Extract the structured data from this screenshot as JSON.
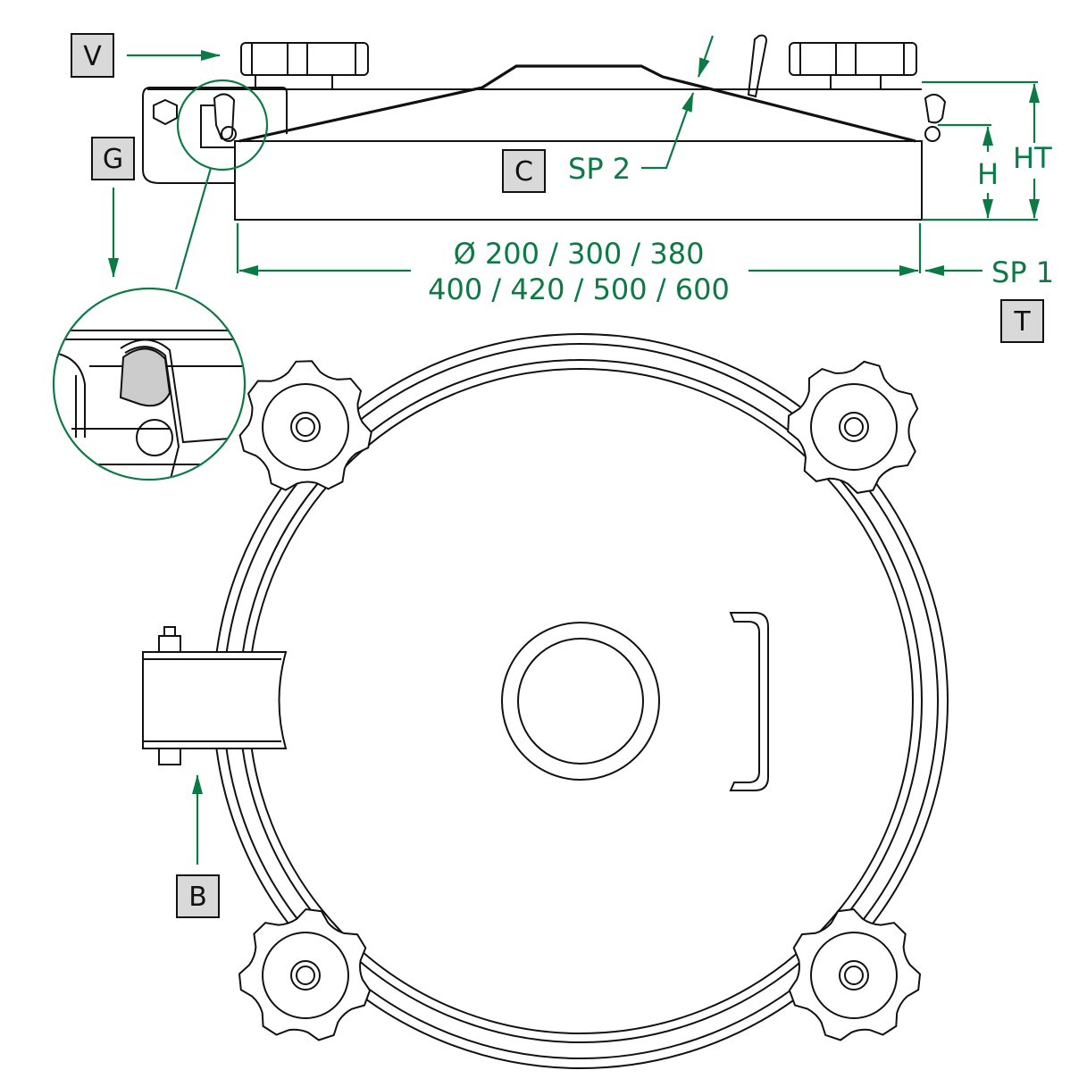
{
  "labels": {
    "v": "V",
    "g": "G",
    "c": "C",
    "t": "T",
    "b": "B"
  },
  "dimensions": {
    "sp2": "SP 2",
    "ht": "HT",
    "h": "H",
    "sp1": "SP 1",
    "diameter_line1": "Ø 200 / 300 / 380",
    "diameter_line2": "400 / 420 / 500 / 600"
  },
  "colors": {
    "dimension": "#0b7a45",
    "label_box": "#d9d9d9",
    "line": "#111111"
  }
}
